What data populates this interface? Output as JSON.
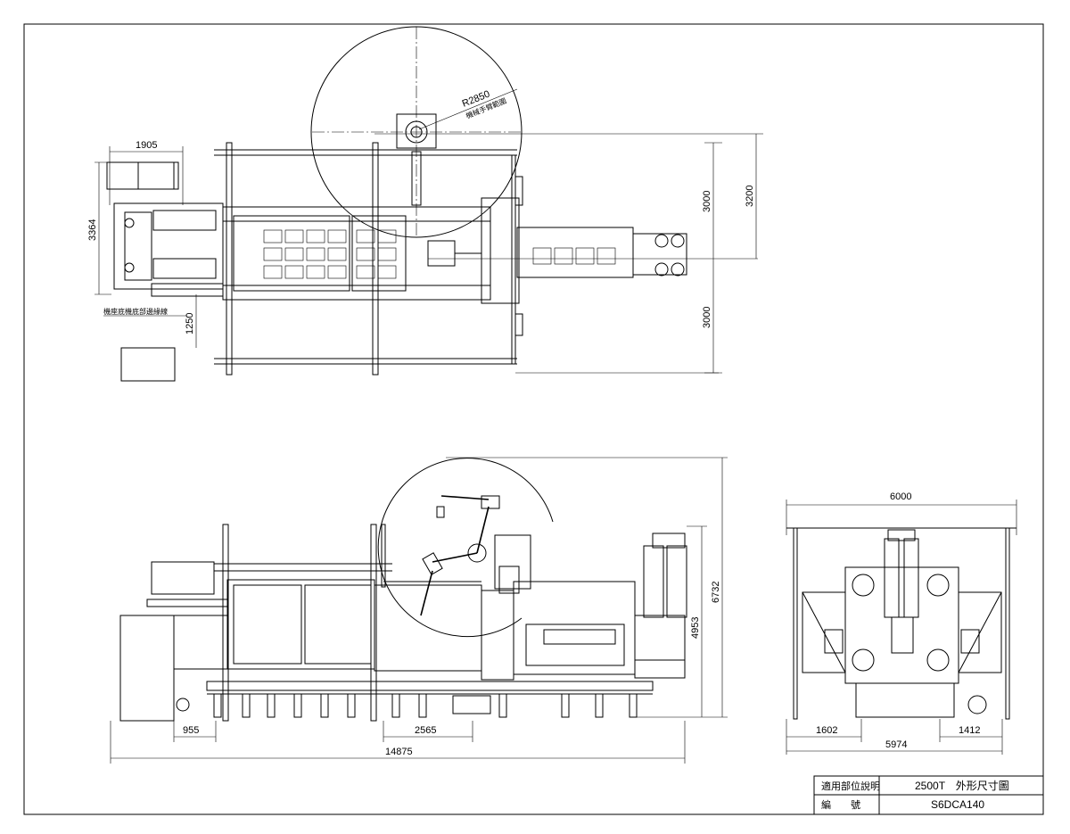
{
  "top_view": {
    "radius_label": "R2850",
    "robot_range_label": "機械手臂範圍",
    "base_edge_label": "機座底機底部邊緣線",
    "dims": {
      "d1905": "1905",
      "d3364": "3364",
      "d1250": "1250",
      "d3000_upper": "3000",
      "d3200": "3200",
      "d3000_lower": "3000"
    }
  },
  "side_view": {
    "dims": {
      "d955": "955",
      "d2565": "2565",
      "d14875": "14875",
      "d4953": "4953",
      "d6732": "6732"
    }
  },
  "end_view": {
    "dims": {
      "d6000": "6000",
      "d1602": "1602",
      "d1412": "1412",
      "d5974": "5974"
    }
  },
  "title_block": {
    "row1_label": "適用部位說明",
    "row1_value": "2500T　外形尺寸圖",
    "row2_label": "編　　號",
    "row2_value": "S6DCA140"
  }
}
